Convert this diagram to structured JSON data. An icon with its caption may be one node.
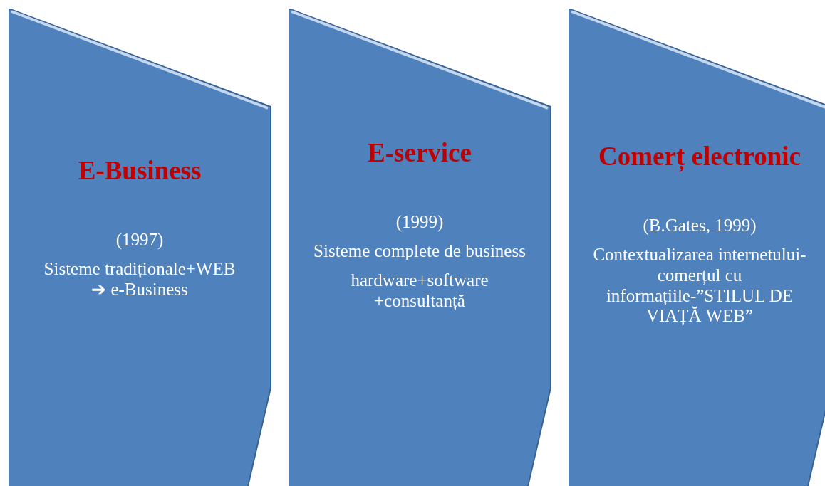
{
  "diagram": {
    "nodes": [
      {
        "text": [
          "E-Business",
          "(1997)",
          "Sisteme tradiționale+WEB ➔ e-Business"
        ]
      },
      {
        "text": [
          "E-service",
          "(1999)",
          "Sisteme complete de business",
          "hardware+software +consultanță"
        ]
      },
      {
        "text": [
          "Comerț electronic",
          "(B.Gates, 1999)",
          "Contextualizarea internetului-comerțul cu informațiile-”STILUL DE VIAȚĂ WEB”"
        ]
      }
    ]
  }
}
